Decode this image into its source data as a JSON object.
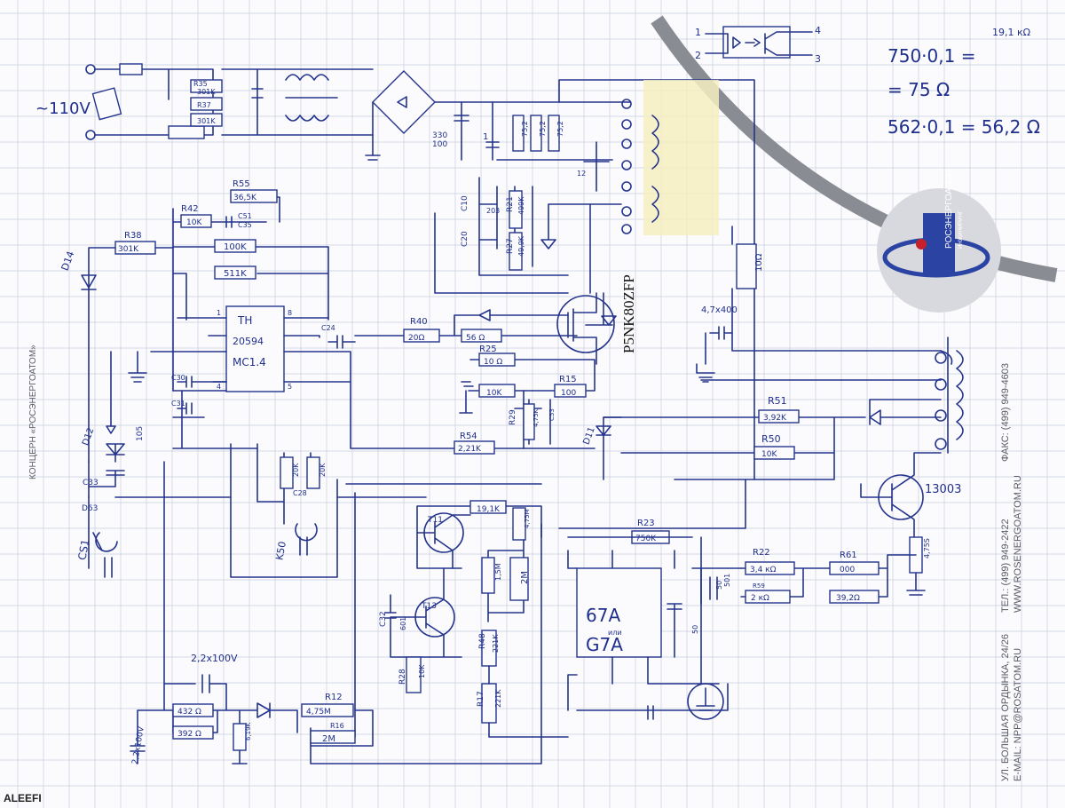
{
  "input": {
    "voltage": "~110V"
  },
  "resistors_power": {
    "r35": "R35",
    "r35_value": "301K",
    "r35_sub1": "R37",
    "r35_sub2": "301K"
  },
  "supply": {
    "c330": "330",
    "c330_b": "100",
    "cap_1": "1",
    "r752": "75,2",
    "r752b": "75,2",
    "r752c": "75,2",
    "c12": "12",
    "c10": "C10",
    "c20": "C20",
    "c203": "203",
    "r21": "R21",
    "r21_value": "499K",
    "r27": "R27",
    "r27_value": "49,9K"
  },
  "controller": {
    "r55": "R55",
    "r55_value": "36,5K",
    "r42": "R42",
    "r42_value": "10K",
    "c51": "C51",
    "c35": "C35",
    "r38": "R38",
    "r38_value": "301K",
    "r100k": "100K",
    "r511k": "511K",
    "d14": "D14",
    "ic_line1": "TH",
    "ic_line2": "20594",
    "ic_line3": "MC1.4",
    "pin1": "1",
    "pin4": "4",
    "pin5": "5",
    "pin8": "8",
    "c24": "C24",
    "c30": "C30",
    "c31": "C31"
  },
  "gate": {
    "r40": "R40",
    "r40_value": "20Ω",
    "r56": "56 Ω",
    "r25": "R25",
    "r25_value": "10 Ω",
    "r10k": "10K",
    "r15": "R15",
    "r15_value": "100",
    "r29": "R29",
    "r29_value": "4,75K",
    "r29_c": "C53",
    "r54": "R54",
    "r54_value": "2,21K",
    "d11": "D11",
    "mosfet": "P5NK80ZFP"
  },
  "aux": {
    "c47": "4,7x400",
    "r10": "10Ω",
    "r51": "R51",
    "r51_value": "3,92K",
    "r50": "R50",
    "r50_value": "10K",
    "transistor": "13003"
  },
  "sensors": {
    "d12": "D12",
    "c105": "105",
    "c33": "C33",
    "d63": "D63",
    "cs1": "CS1",
    "k50": "K50",
    "r20k": "20K",
    "r21k": "20K",
    "c28": "C28"
  },
  "timer": {
    "t11": "T11",
    "r191k": "19,1K",
    "r475m": "4,75M",
    "r15m": "1,5M",
    "r2m": "2M",
    "t13": "T13",
    "c32": "C32",
    "c601": "601",
    "r48": "R48",
    "r221k": "221K",
    "r28": "R28",
    "r10k": "10K",
    "r17": "R17",
    "r17_value": "221K",
    "r23": "R23",
    "r23_value": "750K",
    "ic_top": "67A",
    "ic_mid": "или",
    "ic_bot": "G7A",
    "c50": "50",
    "c501": "501"
  },
  "output": {
    "r22": "R22",
    "r22_value": "3,4 кΩ",
    "r59": "R59",
    "r59_value": "2 кΩ",
    "r61": "R61",
    "r61_value": "000",
    "r392": "39,2Ω",
    "r475": "4,75S",
    "c50": "50"
  },
  "bottom": {
    "c22": "2,2x100V",
    "c22_left": "2,2x100V",
    "r432": "432 Ω",
    "r392": "392 Ω",
    "r619": "6,19K",
    "r12": "R12",
    "r12_value": "4,75M",
    "r16": "R16",
    "r16_value": "2M"
  },
  "optocoupler": {
    "pin1": "1",
    "pin2": "2",
    "pin3": "3",
    "pin4": "4"
  },
  "calc": {
    "line1": "750·0,1 =",
    "note": "19,1 кΩ",
    "line2": "= 75 Ω",
    "line3": "562·0,1 = 56,2 Ω"
  },
  "logo": {
    "name": "РОСЭНЕРГОАТОМ",
    "sub": "ИНЖИНИРИНГ"
  },
  "letterhead": {
    "company": "КОНЦЕРН «РОСЭНЕРГОАТОМ»",
    "address": "УЛ. БОЛЬШАЯ ОРДЫНКА, 24/26",
    "email": "E-MAIL: NPP@ROSATOM.RU",
    "phone": "ТЕЛ.: (499) 949-2422",
    "web": "WWW.ROSENERGOATOM.RU",
    "fax": "ФАКС: (499) 949-4603"
  },
  "watermark": "ALEEFI"
}
